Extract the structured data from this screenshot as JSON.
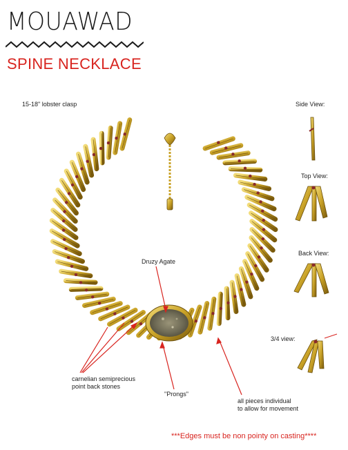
{
  "brand": "MOUAWAD",
  "title": "SPINE NECKLACE",
  "labels": {
    "clasp": "15-18\" lobster clasp",
    "side_view": "Side View:",
    "top_view": "Top View:",
    "back_view": "Back View:",
    "three_quarter_view": "3/4 view:",
    "druzy": "Druzy Agate",
    "carnelian": "carnelian semiprecious\npoint back stones",
    "prongs": "\"Prongs\"",
    "movement": "all pieces individual\nto allow for movement",
    "edges": "***Edges must be non pointy on casting****"
  },
  "colors": {
    "gold": "#c9a227",
    "gold_light": "#e8d06a",
    "gold_dark": "#8a6a12",
    "stone": "#8a2a2a",
    "accent": "#d8241f"
  }
}
